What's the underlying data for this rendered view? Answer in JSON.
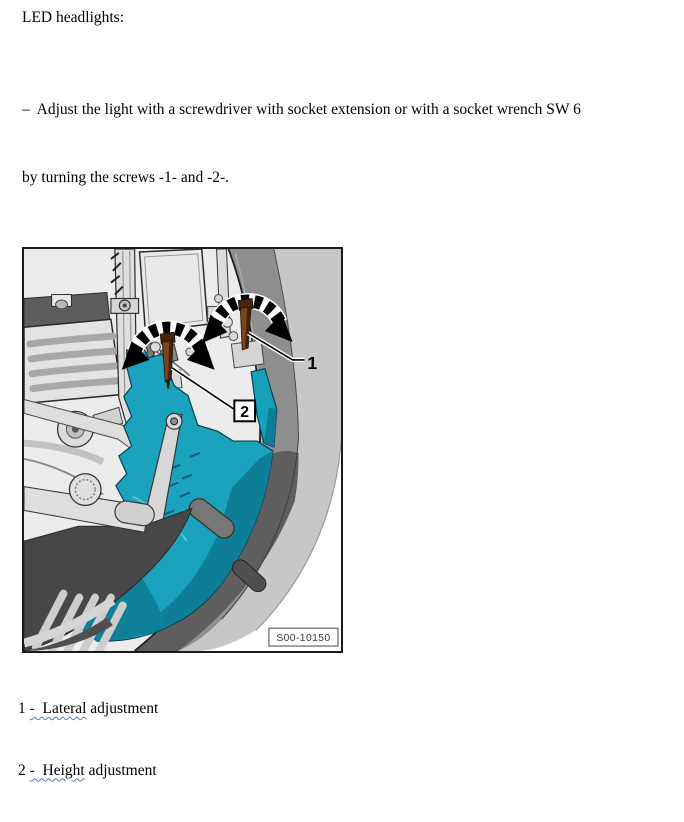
{
  "document": {
    "title": "LED headlights:",
    "instruction_lines": [
      "–  Adjust the light with a screwdriver with socket extension or with a socket wrench SW 6",
      "by turning the screws -1- and -2-."
    ]
  },
  "figure": {
    "code_label": "S00-10150",
    "callouts": [
      {
        "number": "1",
        "boxed": false
      },
      {
        "number": "2",
        "boxed": true
      }
    ],
    "colors": {
      "headlight_highlight": "#1ba3bd",
      "headlight_shadow": "#0d7e96",
      "fender_gray": "#8a8a8a",
      "bumper_dark": "#5e5e5e",
      "screw_brown": "#7c4418",
      "background_gray": "#ececec"
    }
  },
  "legend": {
    "items": [
      {
        "prefix": "1 ",
        "marked": "-  Lateral",
        "rest": " adjustment"
      },
      {
        "prefix": "2 ",
        "marked": "-  Height",
        "rest": " adjustment"
      }
    ]
  }
}
